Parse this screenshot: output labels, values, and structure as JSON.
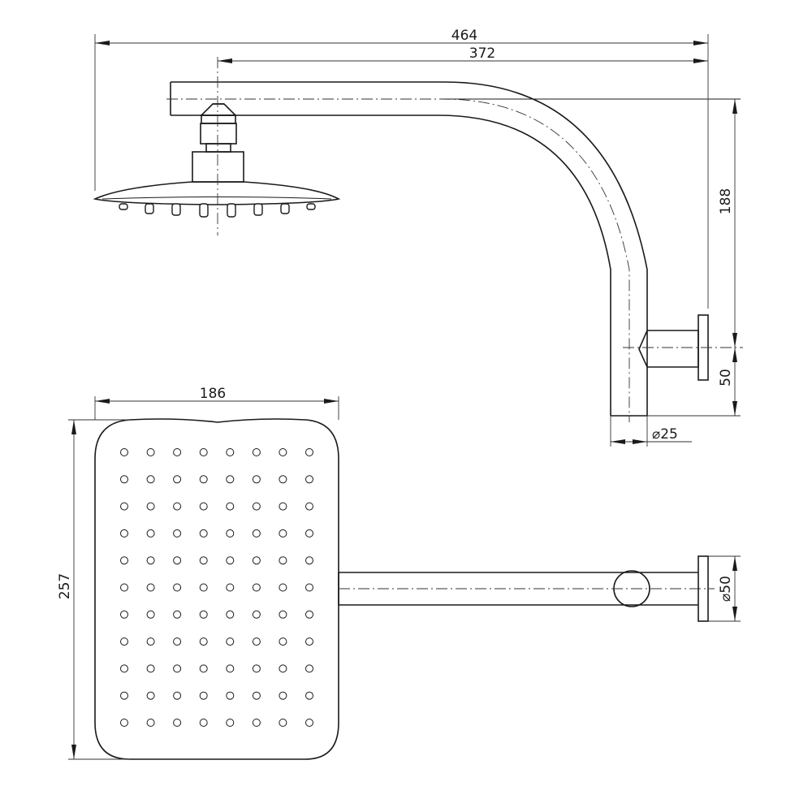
{
  "drawing": {
    "dimensions": {
      "overall_length": "464",
      "arm_reach": "372",
      "arm_drop": "188",
      "flange_offset": "50",
      "arm_diameter": "⌀25",
      "head_width": "186",
      "head_length": "257",
      "flange_diameter": "⌀50"
    },
    "colors": {
      "line": "#1a1a1a",
      "background": "#ffffff"
    },
    "head_holes": {
      "rows": 11,
      "columns": 8
    }
  }
}
